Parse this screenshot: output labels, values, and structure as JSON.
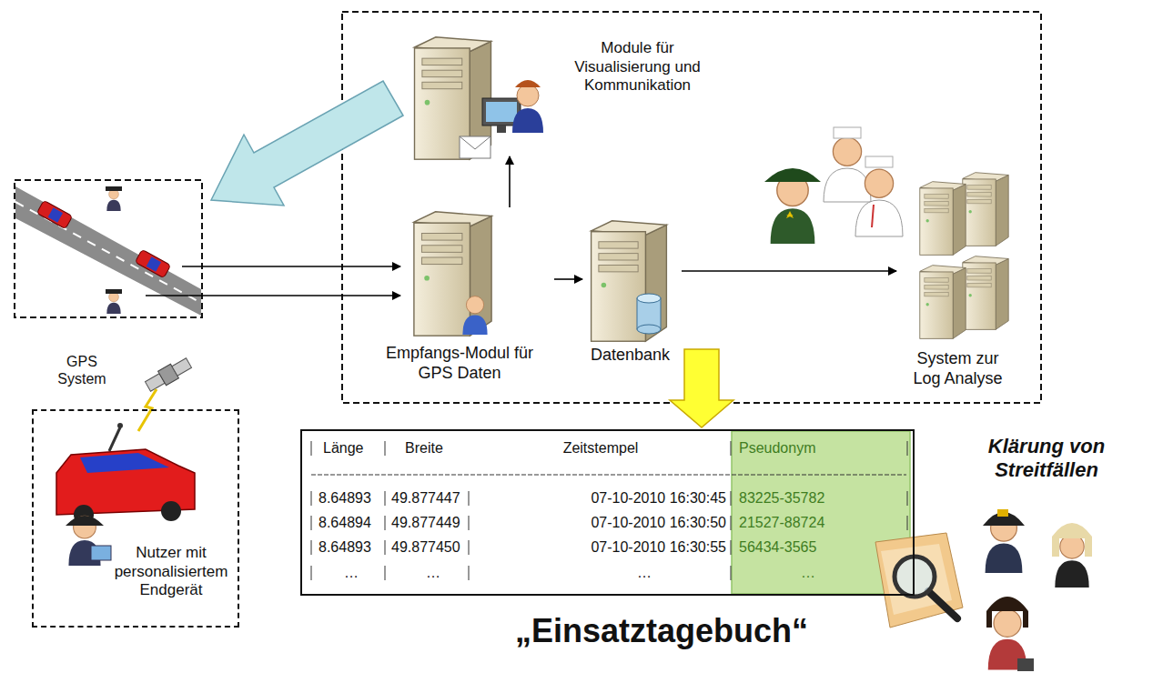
{
  "diagram": {
    "nodes": [
      {
        "text": [
          "Module für Visualisierung und Kommunikation"
        ]
      },
      {
        "text": [
          "Empfangs-Modul für GPS Daten"
        ]
      },
      {
        "text": [
          "Datenbank"
        ]
      },
      {
        "text": [
          "System zur Log Analyse"
        ]
      },
      {
        "text": [
          "Nutzer mit personalisiertem Endgerät"
        ]
      },
      {
        "text": [
          "„Einsatztagebuch“"
        ]
      }
    ],
    "edges": [
      {
        "from": 1,
        "to": 0,
        "arrow": "to"
      },
      {
        "from": 1,
        "to": 2,
        "arrow": "to"
      },
      {
        "from": 2,
        "to": 3,
        "arrow": "to"
      }
    ],
    "labels": [
      "GPS System",
      "Länge",
      "Breite",
      "Zeitstempel",
      "Pseudonym",
      "8.64893",
      "49.877447",
      "07-10-2010 16:30:45",
      "83225-35782",
      "8.64894",
      "49.877449",
      "07-10-2010 16:30:50",
      "21527-88724",
      "8.64893",
      "49.877450",
      "07-10-2010 16:30:55",
      "56434-3565",
      "…",
      "…",
      "…",
      "…",
      "Klärung von Streitfällen"
    ]
  }
}
